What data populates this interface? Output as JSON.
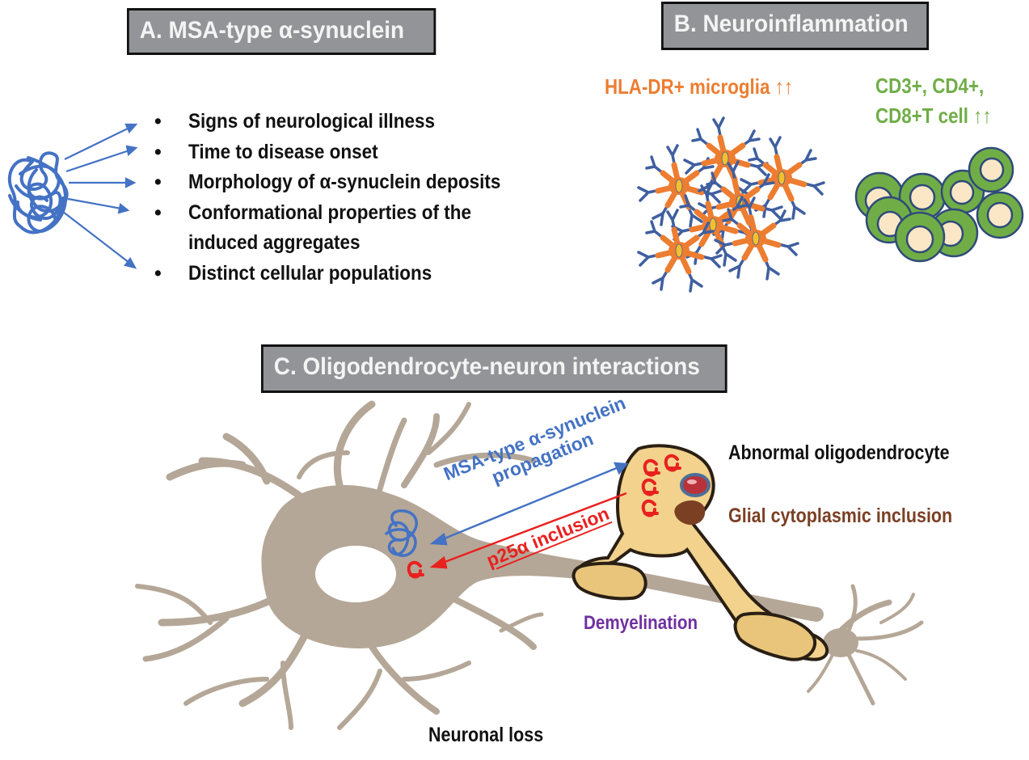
{
  "colors": {
    "title_box": "#939497",
    "title_text": "#f4f4f4",
    "synuclein_blue": "#4472c4",
    "microglia_orange": "#ed7d31",
    "tcell_green": "#70ad47",
    "neuron_beige": "#b5a797",
    "oligo_yellow": "#f2d28c",
    "p25_red": "#e8211f",
    "gci_brown": "#7b3f24",
    "demyelination_purple": "#7030a0"
  },
  "panel_a": {
    "title": "A. MSA-type α-synuclein",
    "icon": "synuclein-aggregate-icon",
    "bullets": [
      "Signs of neurological illness",
      "Time to disease onset",
      "Morphology of α-synuclein deposits",
      "Conformational properties of the",
      "induced aggregates",
      "Distinct cellular populations"
    ],
    "bullet_glyph": "•"
  },
  "panel_b": {
    "title": "B. Neuroinflammation",
    "microglia_label": "HLA-DR+ microglia ↑↑",
    "tcell_label_line1": "CD3+, CD4+,",
    "tcell_label_line2": "CD8+T cell ↑↑",
    "microglia_icon": "activated-microglia-icon",
    "tcell_icon": "t-cell-cluster-icon"
  },
  "panel_c": {
    "title": "C. Oligodendrocyte-neuron interactions",
    "propagation_label_line1": "MSA-type α-synuclein",
    "propagation_label_line2": "propagation",
    "p25_label": "p25α inclusion",
    "oligodendrocyte_label": "Abnormal oligodendrocyte",
    "gci_label": "Glial cytoplasmic inclusion",
    "demyelination_label": "Demyelination",
    "neuronal_loss_label": "Neuronal loss"
  }
}
